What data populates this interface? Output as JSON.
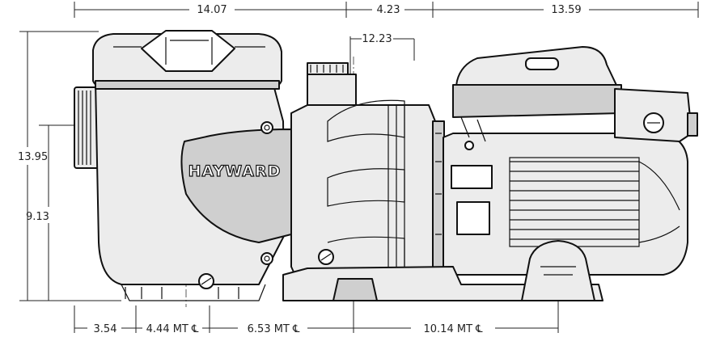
{
  "brand": {
    "name": "HAYWARD"
  },
  "dimensions": {
    "top": [
      "14.07",
      "4.23",
      "13.59"
    ],
    "inner": "12.23",
    "left": [
      "13.95",
      "9.13"
    ],
    "bottom": [
      "3.54",
      "4.44 MT ℄",
      "6.53 MT ℄",
      "10.14 MT ℄"
    ]
  },
  "colors": {
    "line": "#111111",
    "fill": "#ececec",
    "shade": "#cfcfcf"
  }
}
